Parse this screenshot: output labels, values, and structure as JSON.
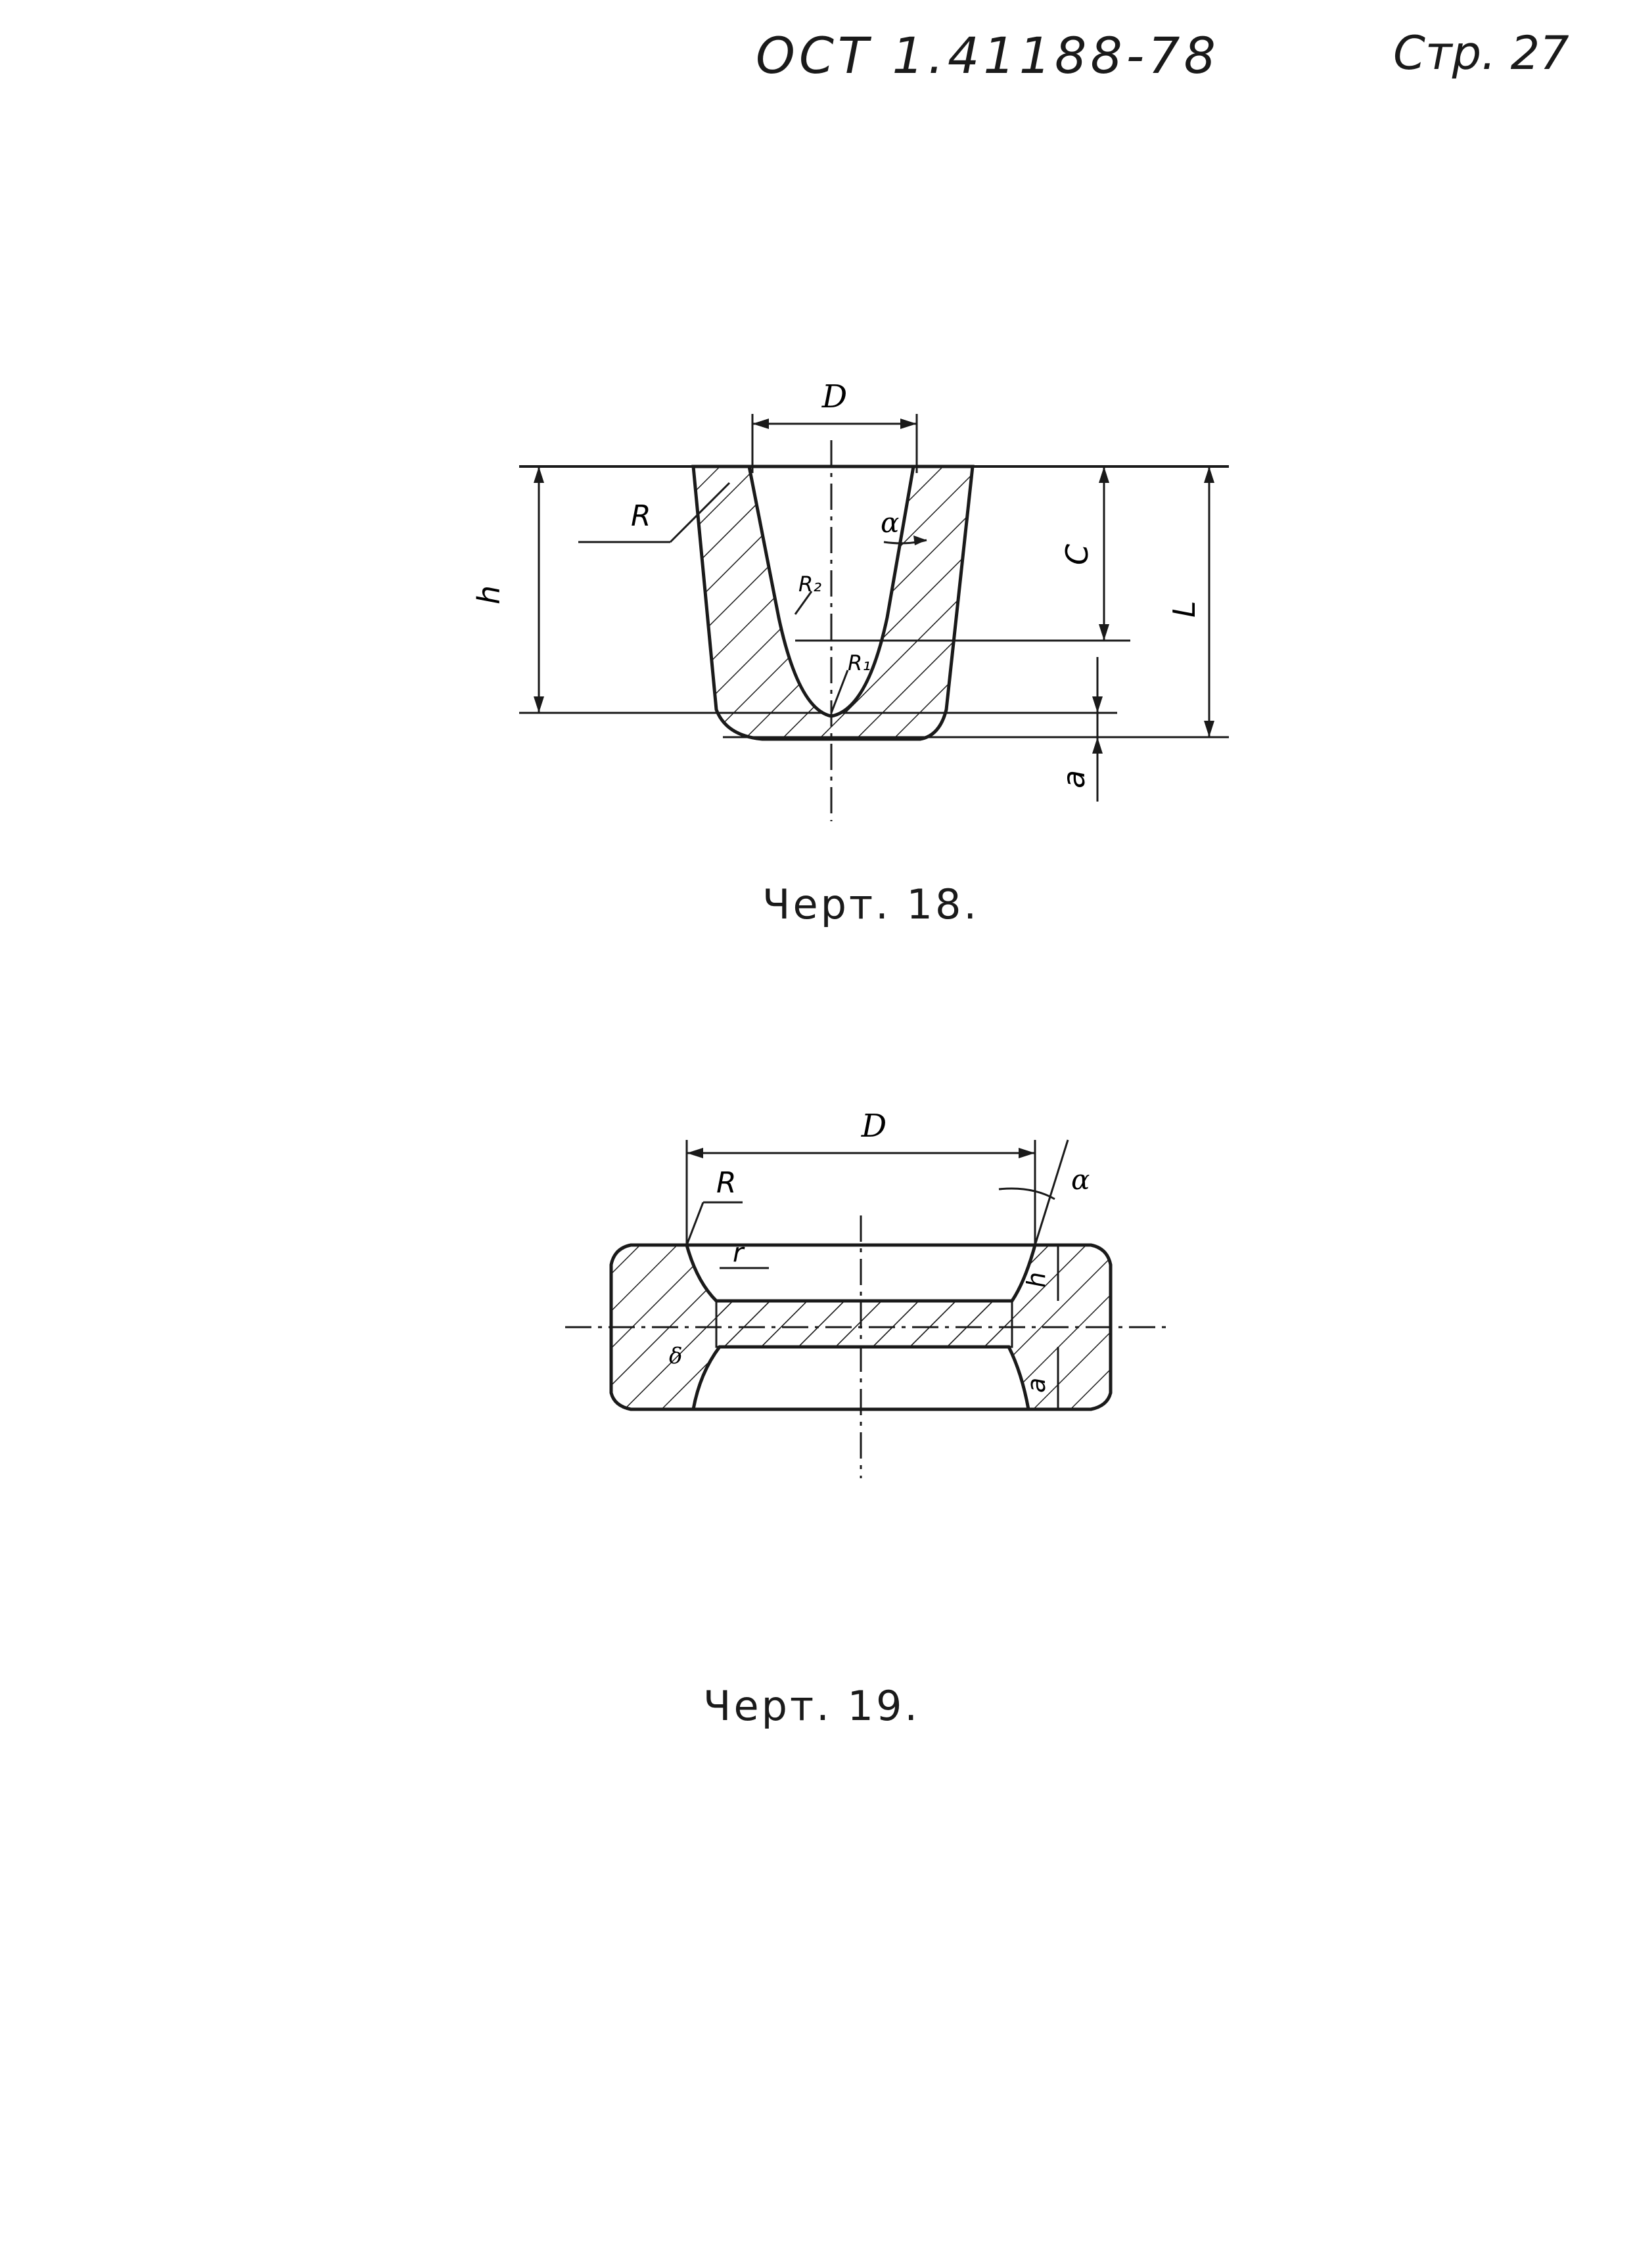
{
  "header": {
    "doc_code": "ОСТ 1.41188-78",
    "page_label": "Стр. 27"
  },
  "figure18": {
    "caption": "Черт. 18.",
    "labels": {
      "D": "D",
      "R": "R",
      "alpha": "α",
      "R2": "R₂",
      "R1": "R₁",
      "h": "h",
      "C": "C",
      "L": "L",
      "a": "a"
    }
  },
  "figure19": {
    "caption": "Черт. 19.",
    "labels": {
      "D": "D",
      "R": "R",
      "alpha": "α",
      "r": "r",
      "h": "h",
      "a": "a",
      "delta": "δ"
    }
  },
  "colors": {
    "ink": "#1a1a1a",
    "paper": "#ffffff"
  }
}
